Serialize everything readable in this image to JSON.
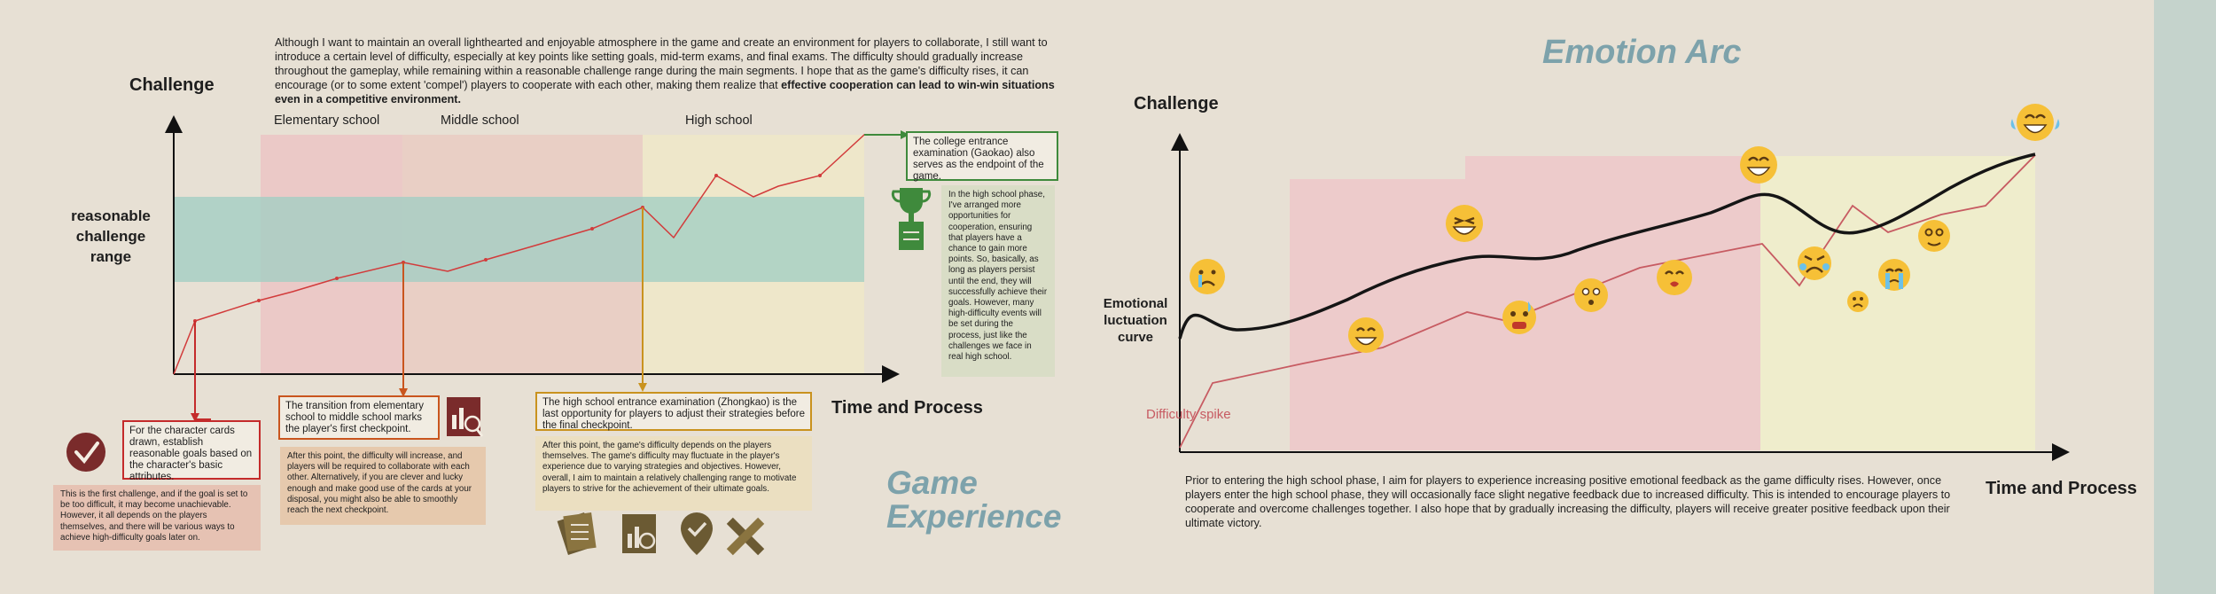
{
  "intro": {
    "text": "Although I want to maintain an overall lighthearted and enjoyable atmosphere in the game and create an environment for players to collaborate, I still want to introduce a certain level of difficulty, especially at key points like setting goals, mid-term exams, and final exams. The difficulty should gradually increase throughout the gameplay, while remaining within a reasonable challenge range during the main segments. I hope that as the game's difficulty rises, it can encourage (or to some extent 'compel') players to cooperate with each other, making them realize that ",
    "bold": "effective cooperation can lead to win-win situations even in a competitive environment."
  },
  "left_chart": {
    "y_title": "Challenge",
    "x_title": "Time and Process",
    "band_label_1": "reasonable",
    "band_label_2": "challenge",
    "band_label_3": "range",
    "phases": [
      "Elementary school",
      "Middle school",
      "High school"
    ],
    "colors": {
      "line": "#d23b3b",
      "band": "#9fcdc3",
      "pink": "#ecbfc2",
      "beige": "#efe8c8"
    }
  },
  "callouts": {
    "first": {
      "title": "For the character cards drawn, establish reasonable goals based on the character's basic attributes.",
      "note": "This is the first challenge, and if the goal is set to be too difficult, it may become unachievable. However, it all depends on the players themselves, and there will be various ways to achieve high-difficulty goals later on."
    },
    "middle": {
      "title": "The transition from elementary school to middle school marks the player's first checkpoint.",
      "note": "After this point, the difficulty will increase, and players will be required to collaborate with each other. Alternatively, if you are clever and lucky enough and make good use of the cards at your disposal, you might also be able to smoothly reach the next checkpoint."
    },
    "zhongkao": {
      "title": "The high school entrance examination (Zhongkao) is the last opportunity for players to adjust their strategies before the final checkpoint.",
      "note": "After this point, the game's difficulty depends on the players themselves. The game's difficulty may fluctuate in the player's experience due to varying strategies and objectives. However, overall, I aim to maintain a relatively challenging range to motivate players to strive for the achievement of their ultimate goals."
    },
    "gaokao": {
      "title": "The college entrance examination (Gaokao) also serves as the endpoint of the game.",
      "note": "In the high school phase, I've arranged more opportunities for cooperation, ensuring that players have a chance to gain more points. So, basically, as long as players persist until the end, they will successfully achieve their goals. However, many high-difficulty events will be set during the process, just like the challenges we face in real high school."
    }
  },
  "game_experience": {
    "line1": "Game",
    "line2": "Experience"
  },
  "right_chart": {
    "heading": "Emotion Arc",
    "y_title": "Challenge",
    "x_title": "Time and Process",
    "emotion_label_1": "Emotional",
    "emotion_label_2": "luctuation",
    "emotion_label_3": "curve",
    "spike_label": "Difficulty spike",
    "colors": {
      "emotion": "#151515",
      "difficulty": "#c75b62",
      "pink": "#efc6c8",
      "beige": "#efedcb"
    }
  },
  "bottom_text": "Prior to entering the high school phase, I aim for players to experience increasing positive emotional feedback as the game difficulty rises. However, once players enter the high school phase, they will occasionally face slight negative feedback due to increased difficulty. This is intended to encourage players to cooperate and overcome challenges together. I also hope that by gradually increasing the difficulty, players will receive greater positive feedback upon their ultimate victory."
}
